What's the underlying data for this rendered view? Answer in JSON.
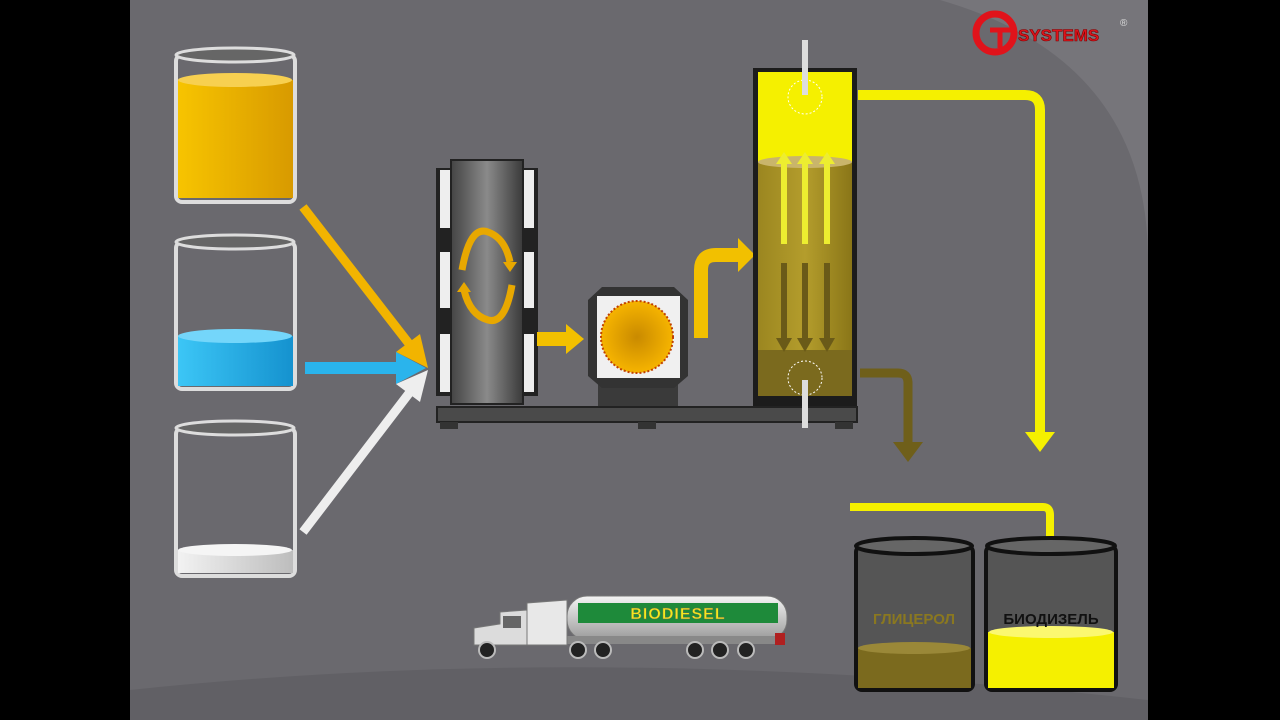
{
  "logo": {
    "brand": "SYSTEMS",
    "registered": "®",
    "color": "#e0131b"
  },
  "truck": {
    "tank_label": "BIODIESEL",
    "label_bg": "#1e8a3a",
    "label_color": "#f4e81c"
  },
  "tanks": {
    "glycerol_label": "ГЛИЦЕРОЛ",
    "biodiesel_label": "БИОДИЗЕЛЬ"
  },
  "colors": {
    "oil": "#f2b400",
    "methanol": "#2ab4ec",
    "catalyst": "#e6e6e6",
    "biodiesel": "#f5f000",
    "glycerol": "#7b6a1e",
    "panel": "#6a696e"
  }
}
